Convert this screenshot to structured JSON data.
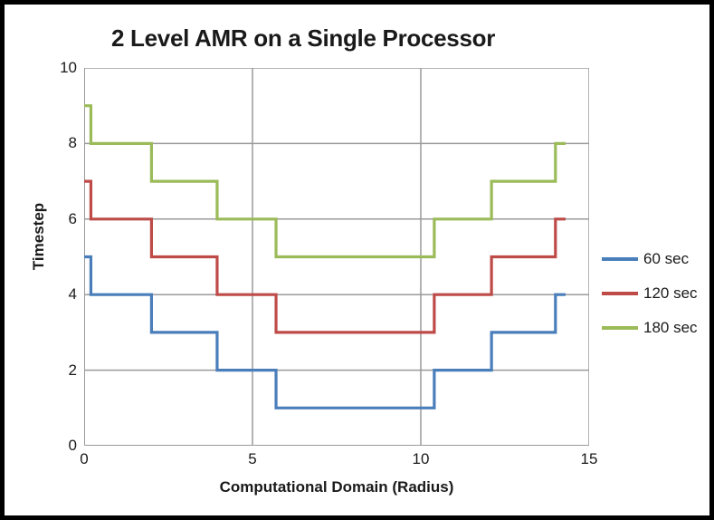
{
  "chart_data": {
    "type": "line",
    "title": "2 Level AMR on a Single Processor",
    "xlabel": "Computational Domain (Radius)",
    "ylabel": "Timestep",
    "xlim": [
      0,
      15
    ],
    "ylim": [
      0,
      10
    ],
    "xticks": [
      0,
      5,
      10,
      15
    ],
    "yticks": [
      0,
      2,
      4,
      6,
      8,
      10
    ],
    "xtick_labels": [
      "0",
      "5",
      "10",
      "15"
    ],
    "ytick_labels": [
      "0",
      "2",
      "4",
      "6",
      "8",
      "10"
    ],
    "x_minor_tick_step": 1,
    "y_minor_tick_step": 1,
    "grid": "both",
    "grid_color": "#9a9a9a",
    "legend_position": "right",
    "line_style": "step",
    "series": [
      {
        "name": "60 sec",
        "color": "#4A7EBB",
        "x": [
          0.0,
          0.2,
          0.2,
          2.0,
          2.0,
          3.95,
          3.95,
          5.7,
          5.7,
          10.4,
          10.4,
          12.1,
          12.1,
          14.0,
          14.0,
          14.3
        ],
        "y": [
          5,
          5,
          4,
          4,
          3,
          3,
          2,
          2,
          1,
          1,
          2,
          2,
          3,
          3,
          4,
          4
        ]
      },
      {
        "name": "120 sec",
        "color": "#BE4B48",
        "x": [
          0.0,
          0.2,
          0.2,
          2.0,
          2.0,
          3.95,
          3.95,
          5.7,
          5.7,
          10.4,
          10.4,
          12.1,
          12.1,
          14.0,
          14.0,
          14.3
        ],
        "y": [
          7,
          7,
          6,
          6,
          5,
          5,
          4,
          4,
          3,
          3,
          4,
          4,
          5,
          5,
          6,
          6
        ]
      },
      {
        "name": "180 sec",
        "color": "#9BBB59",
        "x": [
          0.0,
          0.2,
          0.2,
          2.0,
          2.0,
          3.95,
          3.95,
          5.7,
          5.7,
          10.4,
          10.4,
          12.1,
          12.1,
          14.0,
          14.0,
          14.3
        ],
        "y": [
          9,
          9,
          8,
          8,
          7,
          7,
          6,
          6,
          5,
          5,
          6,
          6,
          7,
          7,
          8,
          8
        ]
      }
    ]
  }
}
